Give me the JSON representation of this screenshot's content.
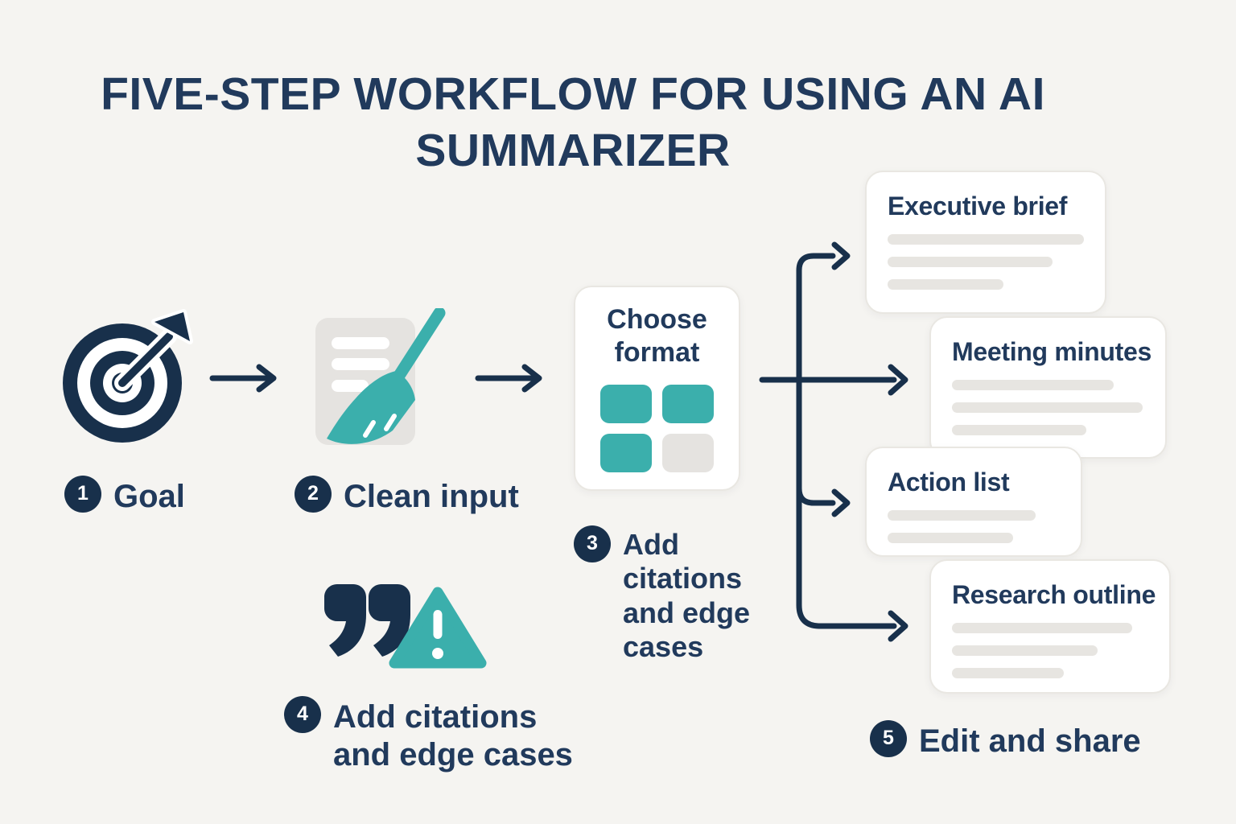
{
  "title": {
    "line1": "FIVE-STEP WORKFLOW FOR USING AN AI",
    "line2": "SUMMARIZER"
  },
  "steps": [
    {
      "num": "1",
      "label": "Goal"
    },
    {
      "num": "2",
      "label": "Clean input"
    },
    {
      "num": "3",
      "label": "Add citations and edge cases"
    },
    {
      "num": "4",
      "label": "Add citations and edge cases"
    },
    {
      "num": "5",
      "label": "Edit and share"
    }
  ],
  "format_card": {
    "title": "Choose format"
  },
  "output_cards": [
    {
      "title": "Executive brief"
    },
    {
      "title": "Meeting minutes"
    },
    {
      "title": "Action list"
    },
    {
      "title": "Research outline"
    }
  ],
  "icons": [
    "target-icon",
    "arrow-right-icon",
    "document-icon",
    "broom-icon",
    "quote-icon",
    "warning-triangle-icon",
    "branch-arrows"
  ],
  "colors": {
    "navy": "#18304b",
    "navy_text": "#213a5c",
    "teal": "#3bafac",
    "background": "#f5f4f1",
    "card_bg": "#ffffff",
    "card_border": "#e9e7e2",
    "placeholder": "#e7e5e1",
    "icon_gray": "#e5e3e0"
  }
}
